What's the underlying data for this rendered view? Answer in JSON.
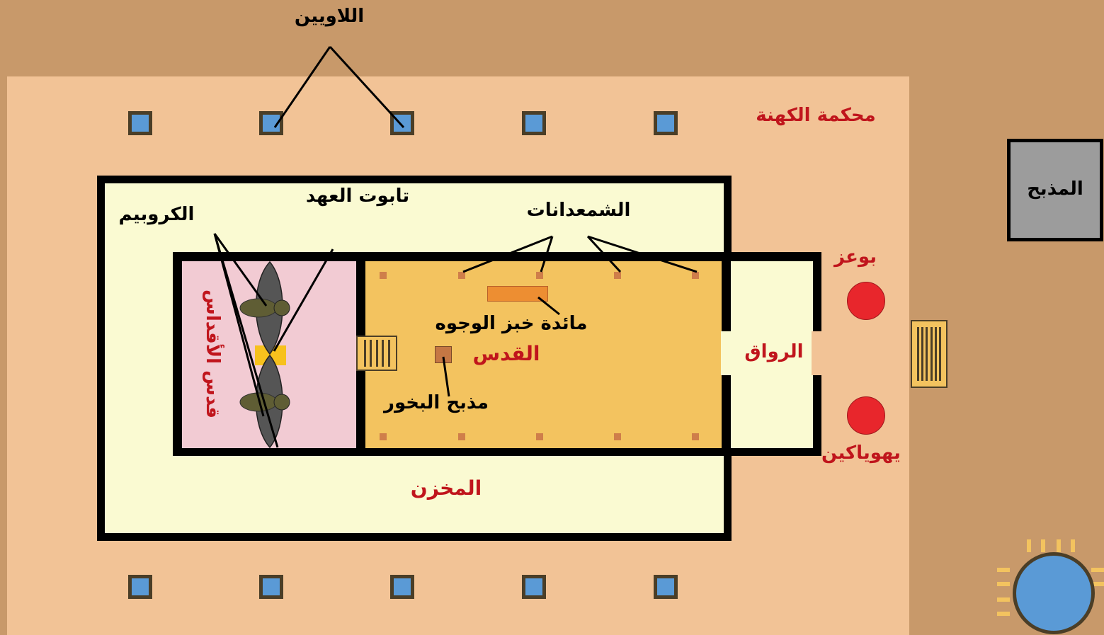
{
  "labels": {
    "levites": "اللاويين",
    "priests_court": "محكمة الكهنة",
    "altar": "المذبح",
    "ark": "تابوت العهد",
    "cherubim": "الكروبيم",
    "lampstands": "الشمعدانات",
    "boaz": "بوعز",
    "jachin": "يهوياكين",
    "bread_table": "مائدة خبز الوجوه",
    "holy_place": "القدس",
    "porch": "الرواق",
    "incense_altar": "مذبح البخور",
    "holy_of_holies": "قدس الأقداس",
    "storehouse": "المخزن"
  },
  "colors": {
    "background": "#c8996a",
    "court": "#f2c396",
    "storehouse": "#fafad2",
    "holy_of_holies": "#f2cbd3",
    "holy_place": "#f3c35f",
    "pillar": "#5a9ad6",
    "red_columns": "#e8262c",
    "altar": "#9c9c9c",
    "red_text": "#c0151c"
  },
  "icons": {
    "cherub": "cherub-icon",
    "pillar": "pillar-icon",
    "lampstand": "lampstand-icon",
    "sea": "bronze-sea-icon"
  }
}
